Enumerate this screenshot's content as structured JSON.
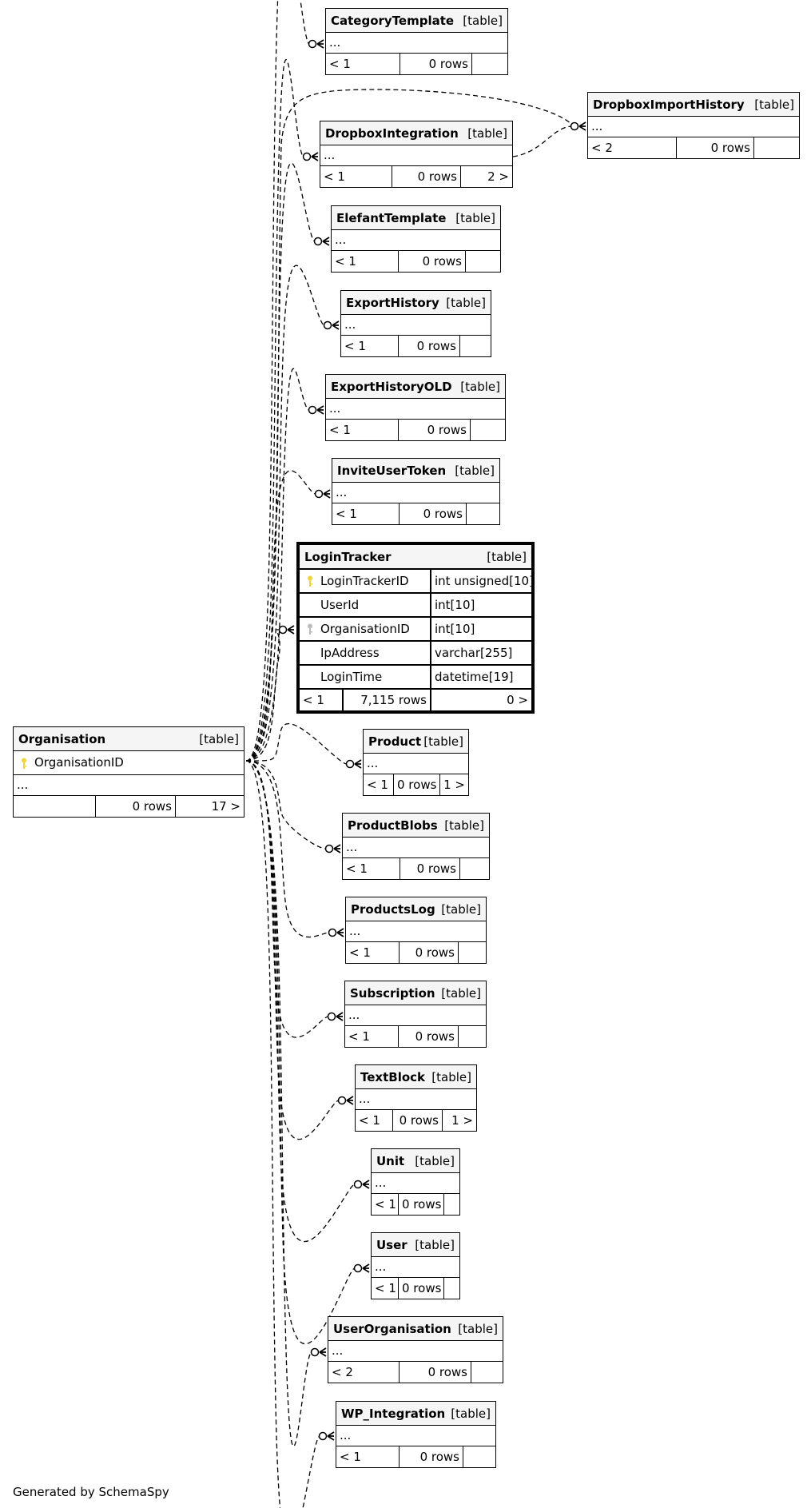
{
  "footer": "Generated by SchemaSpy",
  "tables": [
    {
      "id": "CategoryTemplate",
      "name": "CategoryTemplate",
      "kind": "[table]",
      "dots": "...",
      "left": "< 1",
      "rows": "0 rows",
      "right": ""
    },
    {
      "id": "DropboxImportHistory",
      "name": "DropboxImportHistory",
      "kind": "[table]",
      "dots": "...",
      "left": "< 2",
      "rows": "0 rows",
      "right": ""
    },
    {
      "id": "DropboxIntegration",
      "name": "DropboxIntegration",
      "kind": "[table]",
      "dots": "...",
      "left": "< 1",
      "rows": "0 rows",
      "right": "2 >"
    },
    {
      "id": "ElefantTemplate",
      "name": "ElefantTemplate",
      "kind": "[table]",
      "dots": "...",
      "left": "< 1",
      "rows": "0 rows",
      "right": ""
    },
    {
      "id": "ExportHistory",
      "name": "ExportHistory",
      "kind": "[table]",
      "dots": "...",
      "left": "< 1",
      "rows": "0 rows",
      "right": ""
    },
    {
      "id": "ExportHistoryOLD",
      "name": "ExportHistoryOLD",
      "kind": "[table]",
      "dots": "...",
      "left": "< 1",
      "rows": "0 rows",
      "right": ""
    },
    {
      "id": "InviteUserToken",
      "name": "InviteUserToken",
      "kind": "[table]",
      "dots": "...",
      "left": "< 1",
      "rows": "0 rows",
      "right": ""
    },
    {
      "id": "Product",
      "name": "Product",
      "kind": "[table]",
      "dots": "...",
      "left": "< 1",
      "rows": "0 rows",
      "right": "1 >"
    },
    {
      "id": "ProductBlobs",
      "name": "ProductBlobs",
      "kind": "[table]",
      "dots": "...",
      "left": "< 1",
      "rows": "0 rows",
      "right": ""
    },
    {
      "id": "ProductsLog",
      "name": "ProductsLog",
      "kind": "[table]",
      "dots": "...",
      "left": "< 1",
      "rows": "0 rows",
      "right": ""
    },
    {
      "id": "Subscription",
      "name": "Subscription",
      "kind": "[table]",
      "dots": "...",
      "left": "< 1",
      "rows": "0 rows",
      "right": ""
    },
    {
      "id": "TextBlock",
      "name": "TextBlock",
      "kind": "[table]",
      "dots": "...",
      "left": "< 1",
      "rows": "0 rows",
      "right": "1 >"
    },
    {
      "id": "Unit",
      "name": "Unit",
      "kind": "[table]",
      "dots": "...",
      "left": "< 1",
      "rows": "0 rows",
      "right": ""
    },
    {
      "id": "User",
      "name": "User",
      "kind": "[table]",
      "dots": "...",
      "left": "< 1",
      "rows": "0 rows",
      "right": ""
    },
    {
      "id": "UserOrganisation",
      "name": "UserOrganisation",
      "kind": "[table]",
      "dots": "...",
      "left": "< 2",
      "rows": "0 rows",
      "right": ""
    },
    {
      "id": "WP_Integration",
      "name": "WP_Integration",
      "kind": "[table]",
      "dots": "...",
      "left": "< 1",
      "rows": "0 rows",
      "right": ""
    }
  ],
  "login": {
    "name": "LoginTracker",
    "kind": "[table]",
    "columns": [
      {
        "name": "LoginTrackerID",
        "type": "int unsigned[10]",
        "key": "primary"
      },
      {
        "name": "UserId",
        "type": "int[10]",
        "key": ""
      },
      {
        "name": "OrganisationID",
        "type": "int[10]",
        "key": "foreign"
      },
      {
        "name": "IpAddress",
        "type": "varchar[255]",
        "key": ""
      },
      {
        "name": "LoginTime",
        "type": "datetime[19]",
        "key": ""
      }
    ],
    "left": "< 1",
    "rows": "7,115 rows",
    "right": "0 >"
  },
  "org": {
    "name": "Organisation",
    "kind": "[table]",
    "column": "OrganisationID",
    "dots": "...",
    "left": "",
    "rows": "0 rows",
    "right": "17 >"
  },
  "colors": {
    "primary_key": "#f2d43a",
    "foreign_key": "#bdbdbd",
    "header_bg": "#f5f5f5"
  }
}
